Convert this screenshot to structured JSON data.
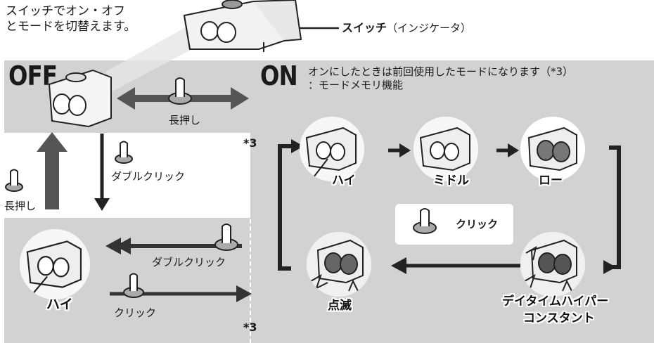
{
  "intro": "スイッチでオン・オフ\nとモードを切替えます。",
  "switch_label_bold": "スイッチ",
  "switch_label_rest": "（インジケータ）",
  "off_title": "OFF",
  "on_title": "ON",
  "on_note": "オンにしたときは前回使用したモードになります（*3）\n：モードメモリ機能",
  "long_press_top": "長押し",
  "long_press_left": "長押し",
  "double_click_down": "ダブルクリック",
  "double_click_bottom": "ダブルクリック",
  "click_bottom": "クリック",
  "click_center": "クリック",
  "star_ref_on": "*3",
  "star_ref_bottom": "*3",
  "modes": {
    "high": "ハイ",
    "middle": "ミドル",
    "low": "ロー",
    "flash": "点滅",
    "daytime_line1": "デイタイムハイパー",
    "daytime_line2": "コンスタント",
    "bottom_high": "ハイ"
  }
}
